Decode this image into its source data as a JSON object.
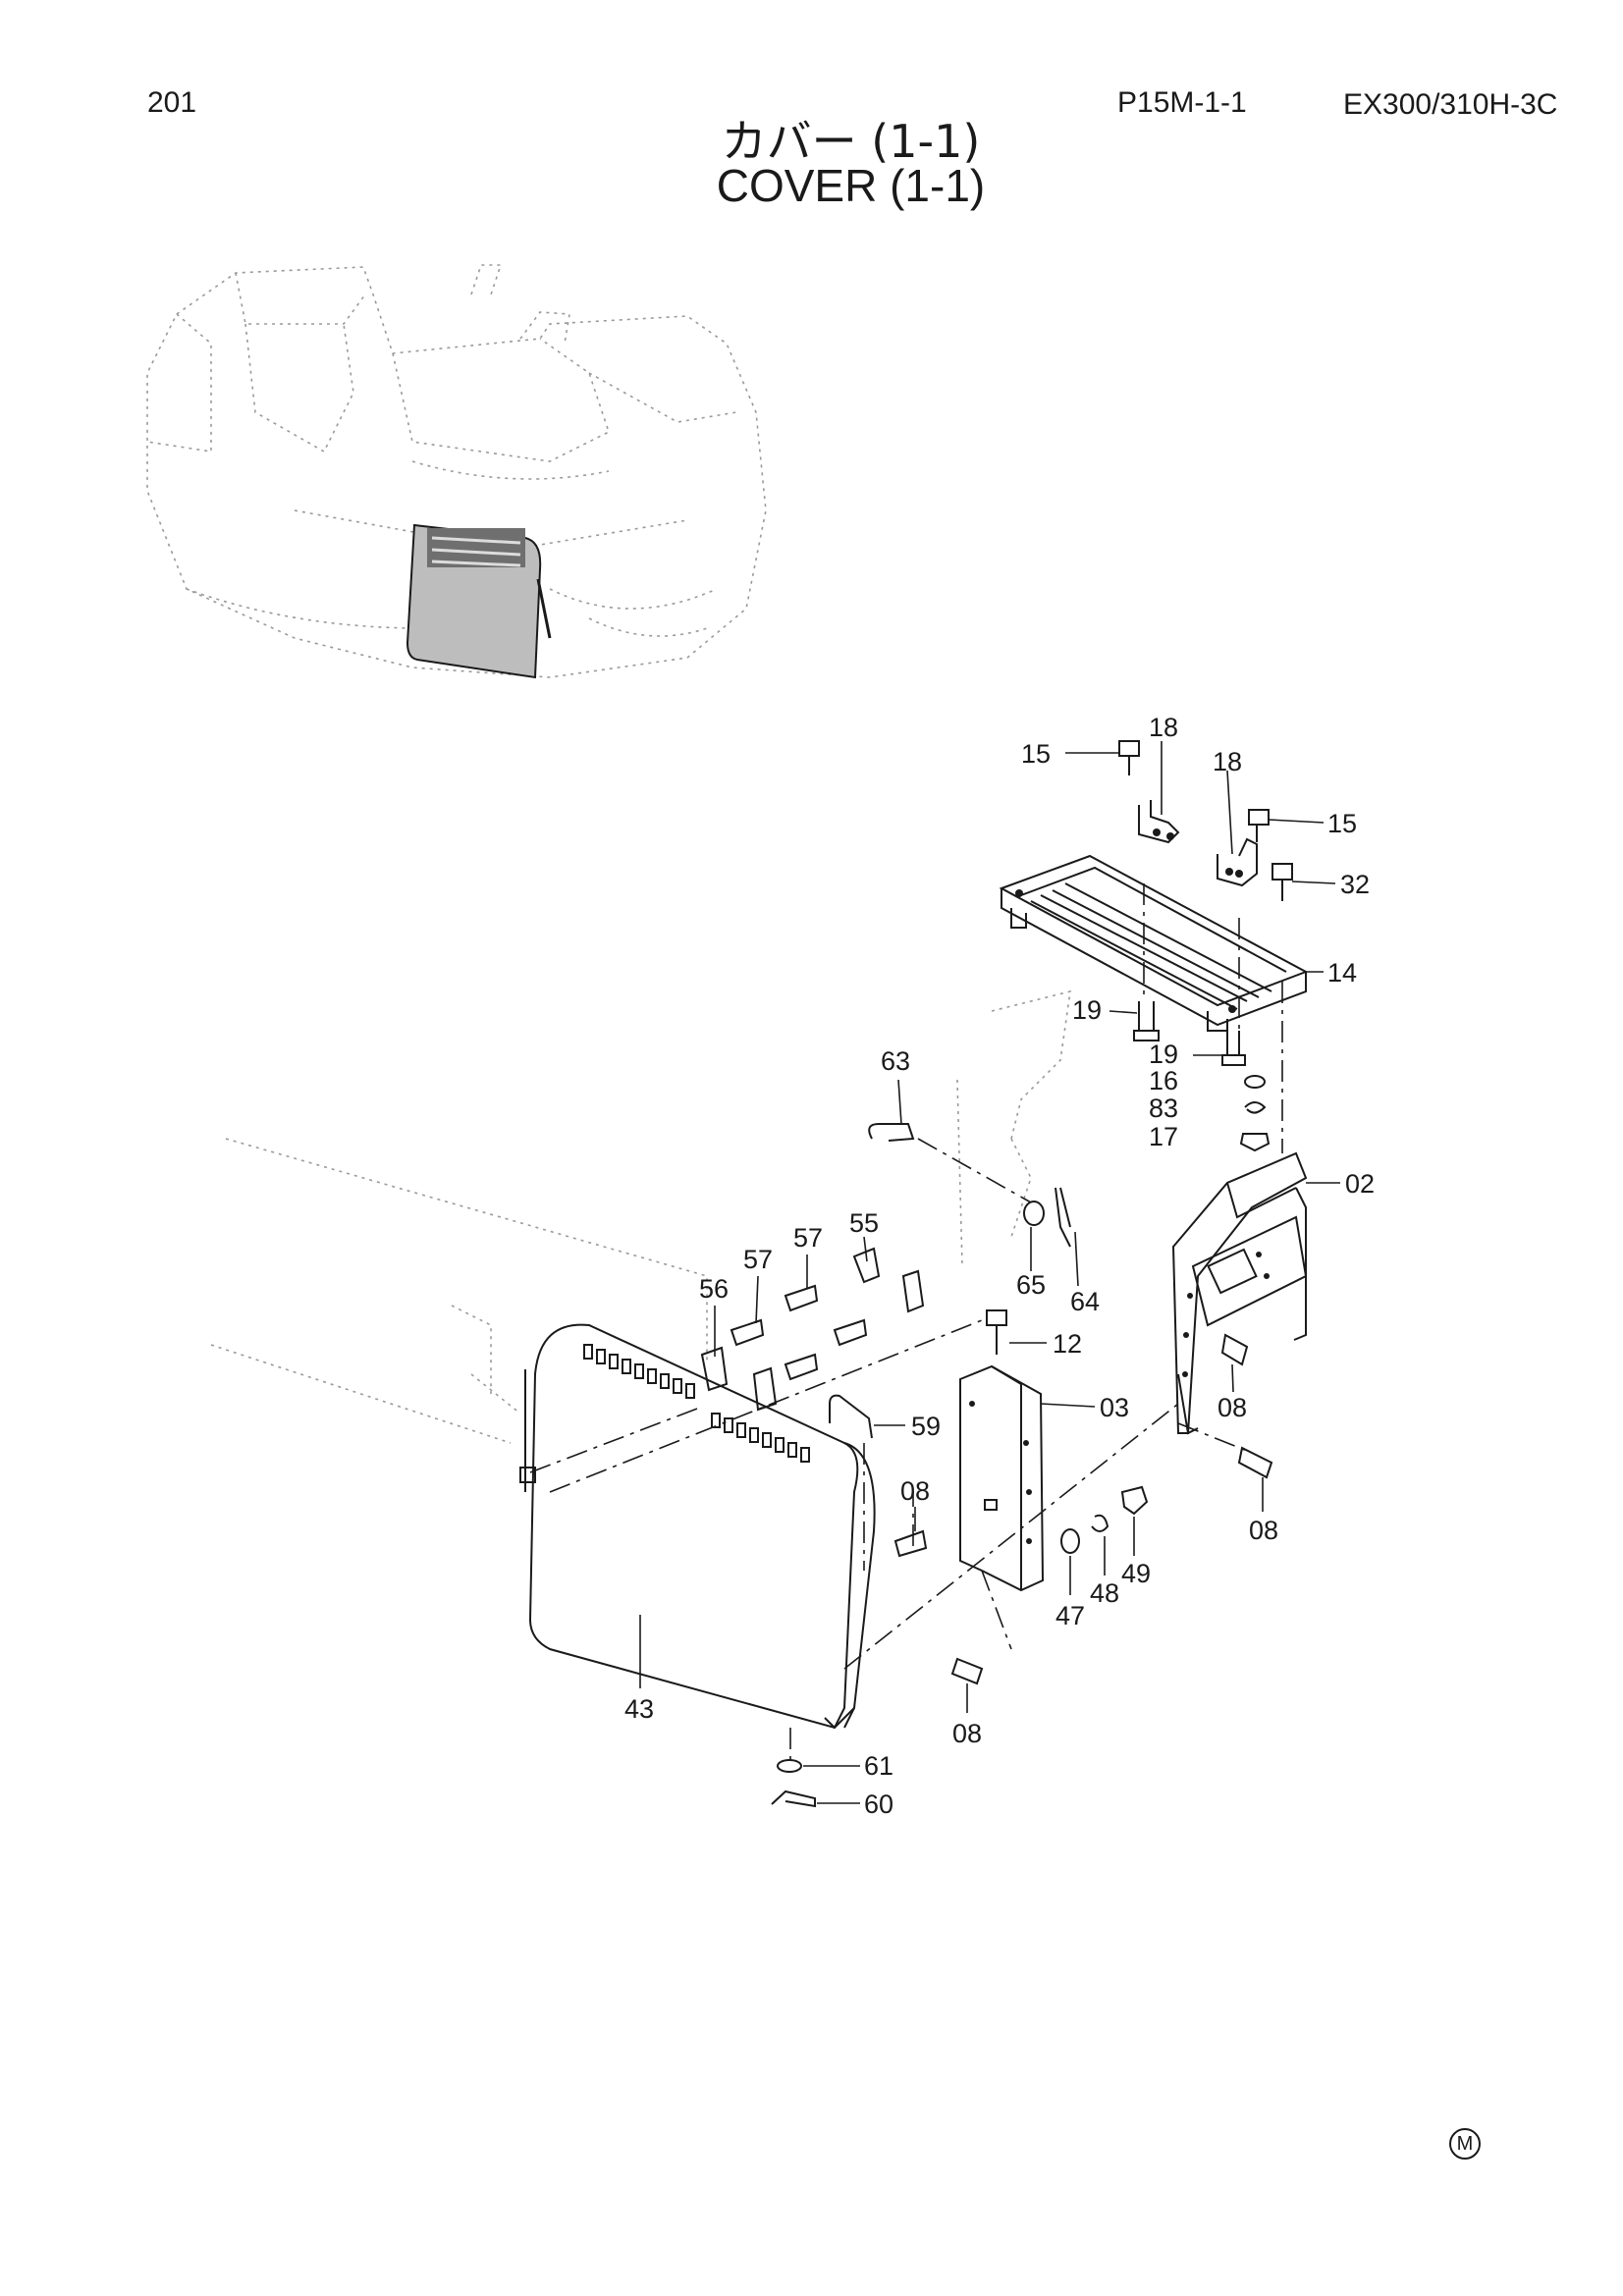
{
  "header": {
    "page_number": "201",
    "code": "P15M-1-1",
    "model": "EX300/310H-3C",
    "title_jp": "カバー (1-1)",
    "title_en": "COVER (1-1)"
  },
  "callouts": {
    "c15a": "15",
    "c18a": "18",
    "c18b": "18",
    "c15b": "15",
    "c32": "32",
    "c14": "14",
    "c19a": "19",
    "c19b": "19",
    "c16": "16",
    "c83": "83",
    "c17": "17",
    "c02": "02",
    "c63": "63",
    "c55": "55",
    "c57a": "57",
    "c57b": "57",
    "c56": "56",
    "c65": "65",
    "c64": "64",
    "c12": "12",
    "c08a": "08",
    "c03": "03",
    "c59": "59",
    "c08b": "08",
    "c08c": "08",
    "c49": "49",
    "c48": "48",
    "c47": "47",
    "c43": "43",
    "c08d": "08",
    "c61": "61",
    "c60": "60"
  },
  "footer": {
    "mark": "M"
  }
}
